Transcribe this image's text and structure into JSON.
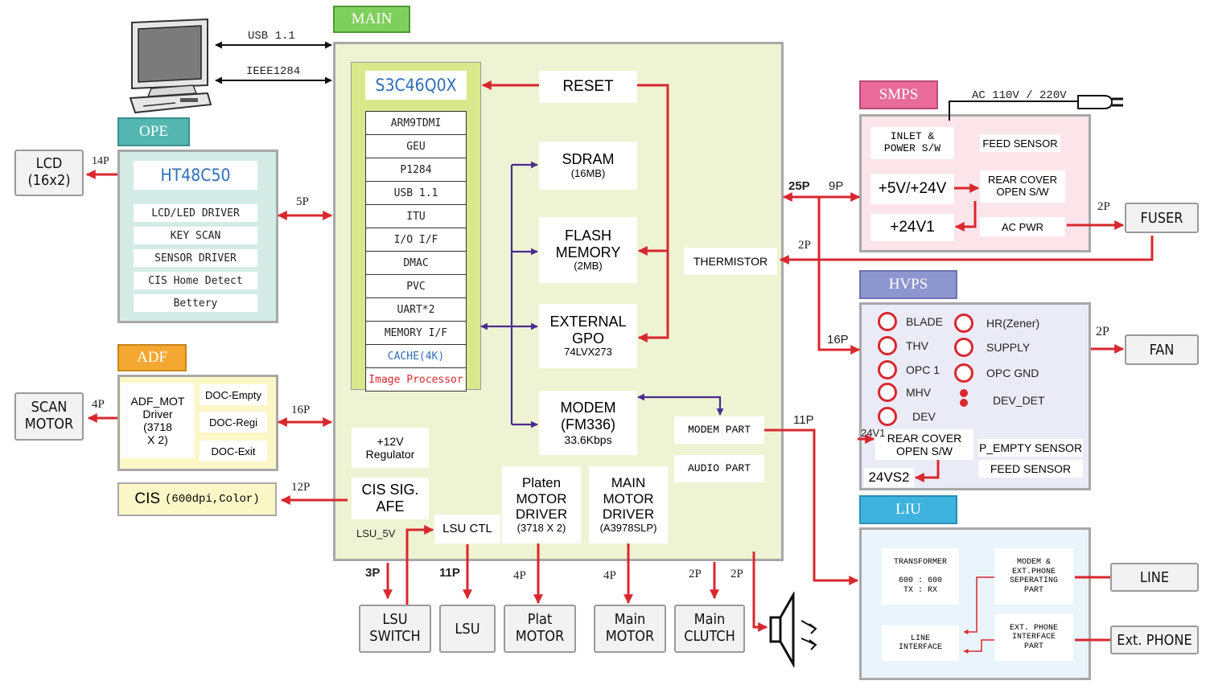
{
  "pc": {
    "usb": "USB 1.1",
    "ieee": "IEEE1284"
  },
  "sections": {
    "main": "MAIN",
    "ope": "OPE",
    "adf": "ADF",
    "smps": "SMPS",
    "hvps": "HVPS",
    "liu": "LIU"
  },
  "cpu": {
    "title": "S3C46Q0X",
    "items": [
      "ARM9TDMI",
      "GEU",
      "P1284",
      "USB 1.1",
      "ITU",
      "I/O I/F",
      "DMAC",
      "PVC",
      "UART*2",
      "MEMORY I/F",
      "CACHE(4K)",
      "Image Processor"
    ],
    "item_colors": {
      "CACHE(4K)": "#2f6db8",
      "Image Processor": "#d9272e"
    }
  },
  "main": {
    "reset": "RESET",
    "sdram": [
      "SDRAM",
      "(16MB)"
    ],
    "flash": [
      "FLASH",
      "MEMORY",
      "(2MB)"
    ],
    "gpo": [
      "EXTERNAL",
      "GPO",
      "74LVX273"
    ],
    "modem": [
      "MODEM",
      "(FM336)",
      "33.6Kbps"
    ],
    "thermistor": "THERMISTOR",
    "modem_part": "MODEM PART",
    "audio_part": "AUDIO PART",
    "regulator": [
      "+12V",
      "Regulator"
    ],
    "cis_sig": [
      "CIS SIG.",
      "AFE"
    ],
    "lsu_ctl": "LSU CTL",
    "lsu_5v": "LSU_5V",
    "platen": [
      "Platen",
      "MOTOR",
      "DRIVER",
      "(3718 X 2)"
    ],
    "main_motor": [
      "MAIN",
      "MOTOR",
      "DRIVER",
      "(A3978SLP)"
    ]
  },
  "ope": {
    "title": "HT48C50",
    "items": [
      "LCD/LED DRIVER",
      "KEY SCAN",
      "SENSOR DRIVER",
      "CIS Home Detect",
      "Bettery"
    ]
  },
  "adf": {
    "mot": [
      "ADF_MOT",
      "Driver",
      "(3718",
      "X 2)"
    ],
    "sensors": [
      "DOC-Empty",
      "DOC-Regi",
      "DOC-Exit"
    ]
  },
  "cis": {
    "name": "CIS",
    "spec": "(600dpi,Color)"
  },
  "smps": {
    "ac": "AC 110V / 220V",
    "inlet": [
      "INLET &",
      "POWER S/W"
    ],
    "feed_sensor": "FEED SENSOR",
    "v5_24": "+5V/+24V",
    "rear_cover": [
      "REAR COVER",
      "OPEN S/W"
    ],
    "v24_1": "+24V1",
    "ac_pwr": "AC PWR"
  },
  "hvps": {
    "left": [
      "BLADE",
      "THV",
      "OPC 1",
      "MHV",
      "DEV"
    ],
    "right": [
      "HR(Zener)",
      "SUPPLY",
      "OPC GND",
      "DEV_DET"
    ],
    "in_label": "24V1",
    "rear_cover": [
      "REAR COVER",
      "OPEN S/W"
    ],
    "p_empty": "P_EMPTY SENSOR",
    "feed_sensor": "FEED SENSOR",
    "v24_2": "24VS2"
  },
  "liu": {
    "transformer": [
      "TRANSFORMER",
      "600 : 600",
      "TX : RX"
    ],
    "modem_sep": [
      "MODEM &",
      "EXT.PHONE",
      "SEPERATING",
      "PART"
    ],
    "ext_phone_if": [
      "EXT. PHONE",
      "INTERFACE",
      "PART"
    ],
    "line_if": [
      "LINE",
      "INTERFACE"
    ]
  },
  "external": {
    "lcd": [
      "LCD",
      "(16x2)"
    ],
    "scan_motor": [
      "SCAN",
      "MOTOR"
    ],
    "fuser": "FUSER",
    "fan": "FAN",
    "line": "LINE",
    "ext_phone": "Ext. PHONE",
    "lsu_switch": [
      "LSU",
      "SWITCH"
    ],
    "lsu": "LSU",
    "plat_motor": [
      "Plat",
      "MOTOR"
    ],
    "main_motor": [
      "Main",
      "MOTOR"
    ],
    "main_clutch": [
      "Main",
      "CLUTCH"
    ]
  },
  "pins": {
    "lcd": "14P",
    "ope": "5P",
    "scan": "4P",
    "adf": "16P",
    "cis": "12P",
    "smps_main": "25P",
    "smps": "9P",
    "fuser": "2P",
    "thermistor": "2P",
    "hvps": "16P",
    "fan": "2P",
    "liu": "11P",
    "lsu_switch": "3P",
    "lsu": "11P",
    "plat": "4P",
    "main_motor": "4P",
    "clutch": "2P",
    "speaker": "2P"
  },
  "colors": {
    "red": "#d9272e",
    "purple": "#4a2a8f",
    "main_bg": "#eef3d3",
    "cpu_bg": "#d8e88a",
    "ope_bg": "#d4ece5",
    "adf_bg": "#fbf7c6",
    "smps_bg": "#fbe5ea",
    "hvps_bg": "#ebebf7",
    "liu_bg": "#eaf4fb"
  }
}
